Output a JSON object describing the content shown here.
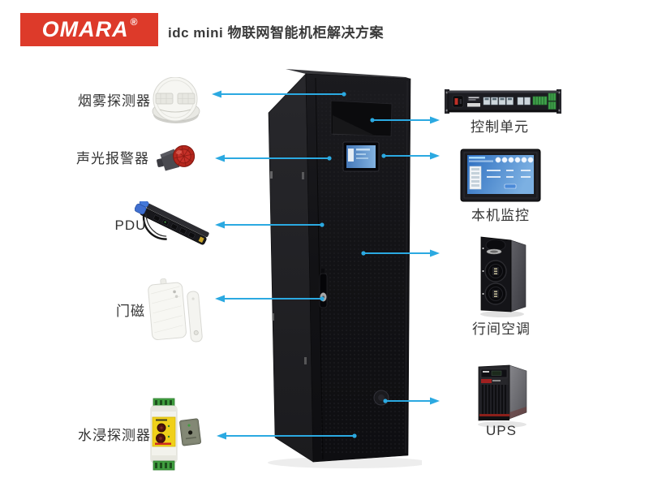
{
  "header": {
    "brand": "OMARA",
    "reg_mark": "®",
    "title": "idc mini 物联网智能机柜解决方案"
  },
  "components": {
    "smoke_detector": {
      "label": "烟雾探测器",
      "icon": "smoke-detector-icon"
    },
    "sound_light_alarm": {
      "label": "声光报警器",
      "icon": "sound-light-alarm-icon"
    },
    "pdu": {
      "label": "PDU",
      "icon": "pdu-strip-icon"
    },
    "door_magnet": {
      "label": "门磁",
      "icon": "door-magnet-icon"
    },
    "water_leak_detector": {
      "label": "水浸探测器",
      "icon": "water-leak-detector-icon"
    },
    "control_unit": {
      "label": "控制单元",
      "icon": "control-unit-icon"
    },
    "local_monitor": {
      "label": "本机监控",
      "icon": "touch-monitor-icon"
    },
    "inrow_ac": {
      "label": "行间空调",
      "icon": "inrow-aircon-icon"
    },
    "ups": {
      "label": "UPS",
      "icon": "ups-tower-icon"
    }
  },
  "colors": {
    "brand_red": "#dd3a2a",
    "arrow_blue": "#2BA9E1",
    "label_text": "#333333",
    "cabinet_front": "#131316",
    "cabinet_side": "#222225"
  }
}
